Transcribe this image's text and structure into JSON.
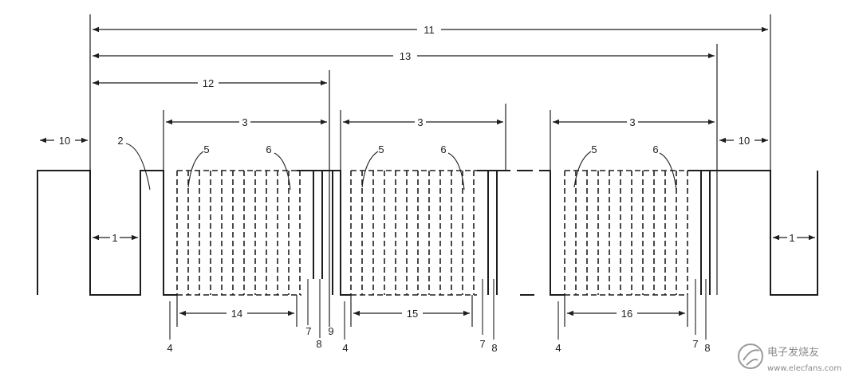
{
  "colors": {
    "line": "#1e1e1e",
    "label": "#222222",
    "watermark": "#8a8a8a"
  },
  "labels": {
    "dim_11": "11",
    "dim_13": "13",
    "dim_12": "12",
    "dim_3a": "3",
    "dim_3b": "3",
    "dim_3c": "3",
    "dim_10_left": "10",
    "dim_10_right": "10",
    "dim_1_left": "1",
    "dim_1_right": "1",
    "dim_14": "14",
    "dim_15": "15",
    "dim_16": "16",
    "callout_2": "2",
    "callout_5a": "5",
    "callout_6a": "6",
    "callout_5b": "5",
    "callout_6b": "6",
    "callout_5c": "5",
    "callout_6c": "6",
    "callout_4a": "4",
    "callout_7a": "7",
    "callout_8a": "8",
    "callout_9": "9",
    "callout_4b": "4",
    "callout_7b": "7",
    "callout_8b": "8",
    "callout_4c": "4",
    "callout_7c": "7",
    "callout_8c": "8"
  },
  "watermark": {
    "icon": "electronics-logo-icon",
    "text": "电子发烧友",
    "site": "www.elecfans.com"
  }
}
